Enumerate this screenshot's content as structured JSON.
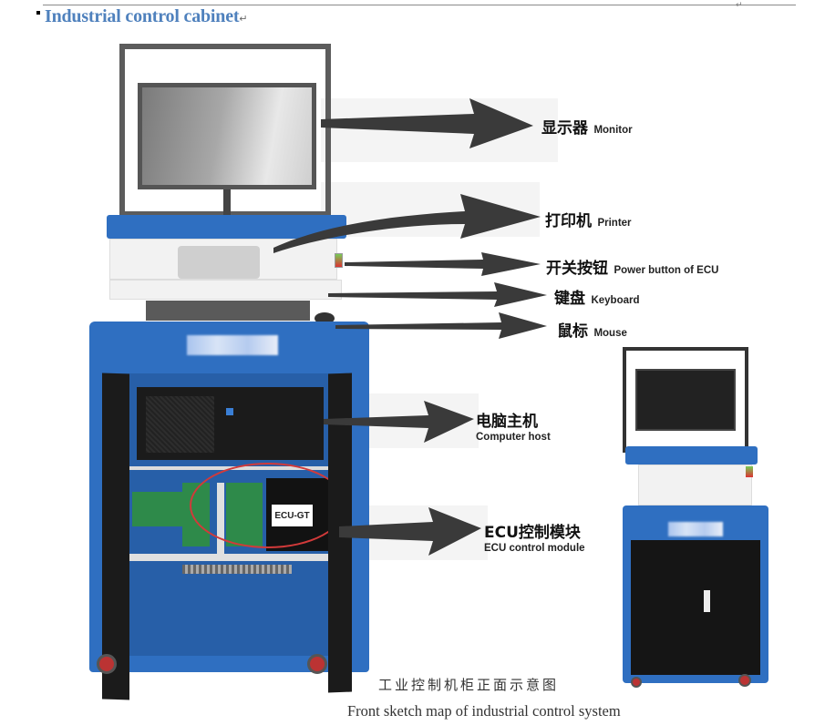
{
  "document": {
    "heading": "Industrial control cabinet",
    "paragraph_mark": "↵"
  },
  "figure": {
    "callouts": [
      {
        "id": "monitor",
        "cn": "显示器",
        "en": "Monitor"
      },
      {
        "id": "printer",
        "cn": "打印机",
        "en": "Printer"
      },
      {
        "id": "power",
        "cn": "开关按钮",
        "en": "Power button of ECU"
      },
      {
        "id": "keyboard",
        "cn": "键盘",
        "en": "Keyboard"
      },
      {
        "id": "mouse",
        "cn": "鼠标",
        "en": "Mouse"
      },
      {
        "id": "host",
        "cn": "电脑主机",
        "en": "Computer host"
      },
      {
        "id": "ecu",
        "cn": "ECU控制模块",
        "en": "ECU control module"
      }
    ],
    "ecu_box_label": "ECU-GT",
    "caption_cn": "工业控制机柜正面示意图",
    "caption_en": "Front sketch map of industrial control system",
    "colors": {
      "cabinet_blue": "#2f6fc1",
      "heading_blue": "#4f81bd",
      "highlight_red": "#d23a3a"
    }
  }
}
